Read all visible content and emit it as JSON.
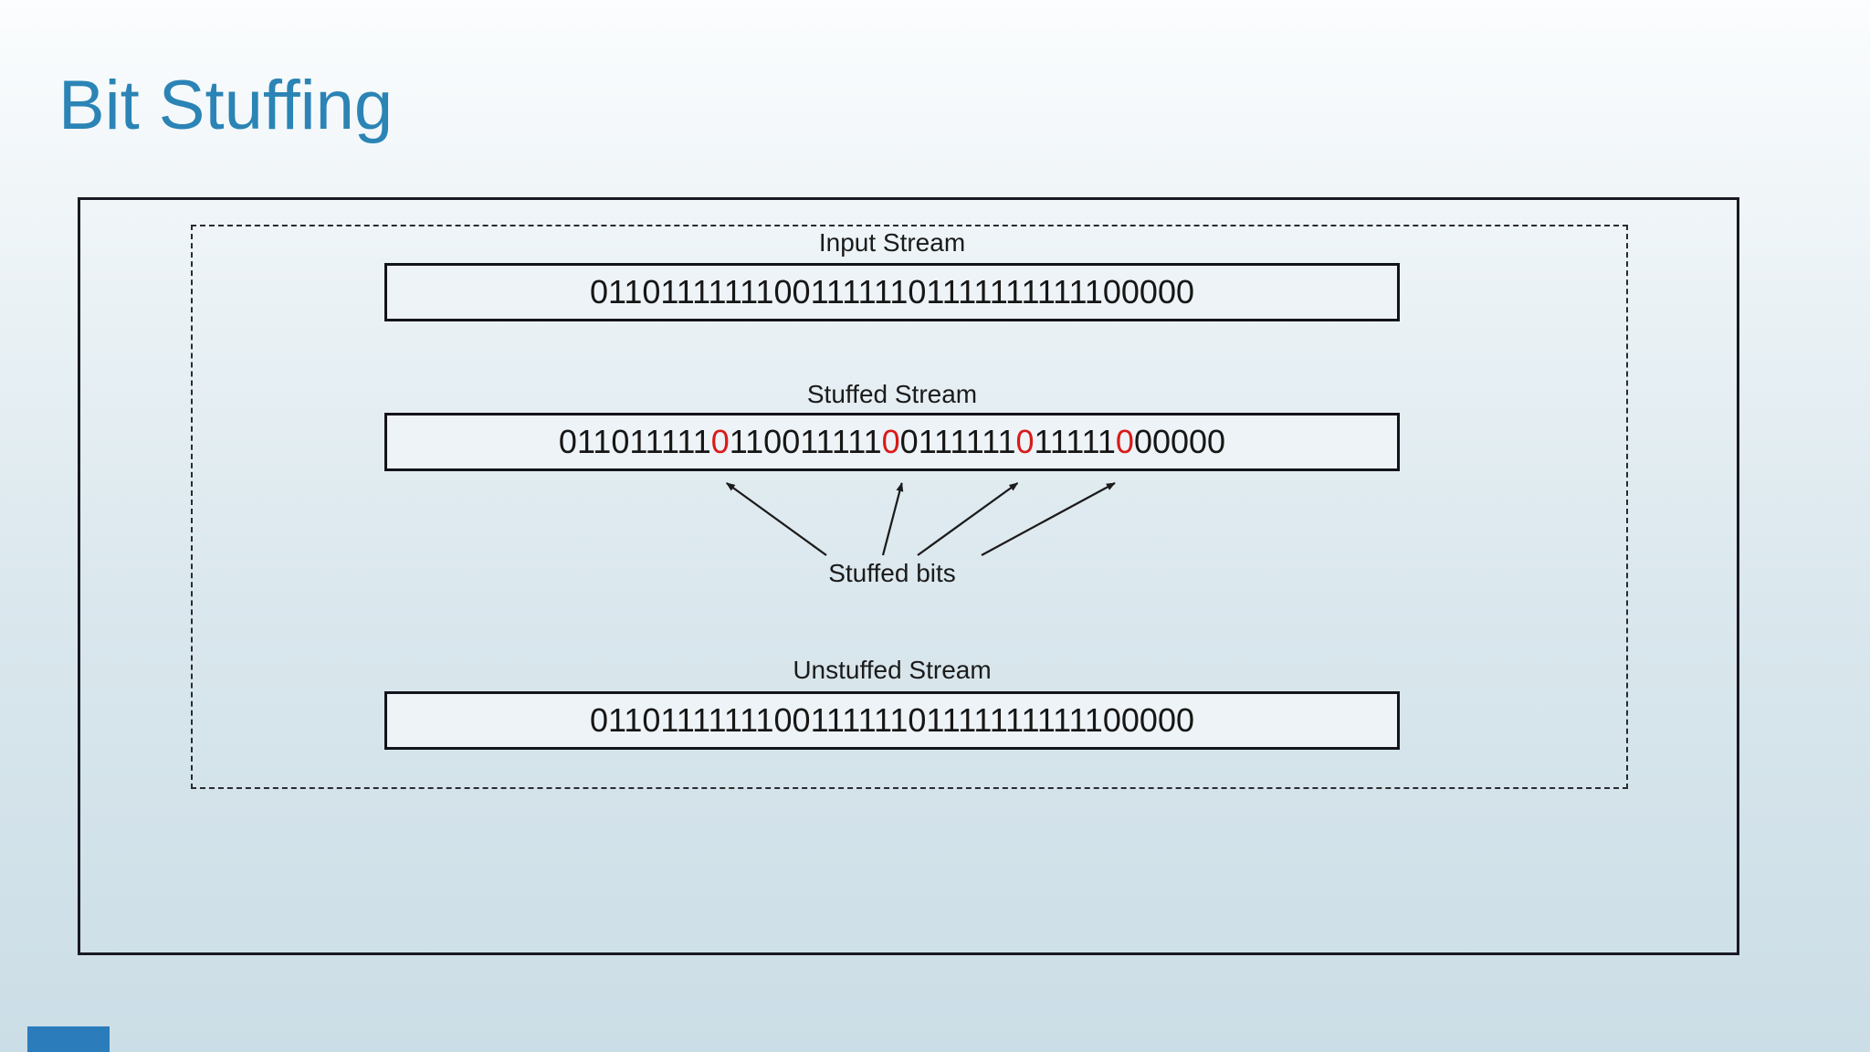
{
  "slide": {
    "title": "Bit Stuffing",
    "colors": {
      "title": "#2b84b5",
      "stuffed_bit_red": "#d91a1a",
      "accent_square": "#2b7cba"
    }
  },
  "diagram": {
    "input": {
      "label": "Input Stream",
      "bits": "011011111110011111101111111111100000"
    },
    "stuffed": {
      "label": "Stuffed Stream",
      "segments": [
        {
          "text": "011011111",
          "stuffed": false
        },
        {
          "text": "0",
          "stuffed": true
        },
        {
          "text": "110011111",
          "stuffed": false
        },
        {
          "text": "0",
          "stuffed": true
        },
        {
          "text": "0111111",
          "stuffed": false
        },
        {
          "text": "0",
          "stuffed": true
        },
        {
          "text": "11111",
          "stuffed": false
        },
        {
          "text": "0",
          "stuffed": true
        },
        {
          "text": "00000",
          "stuffed": false
        }
      ]
    },
    "stuffed_bits_caption": "Stuffed bits",
    "unstuffed": {
      "label": "Unstuffed Stream",
      "bits": "011011111110011111101111111111100000"
    }
  }
}
